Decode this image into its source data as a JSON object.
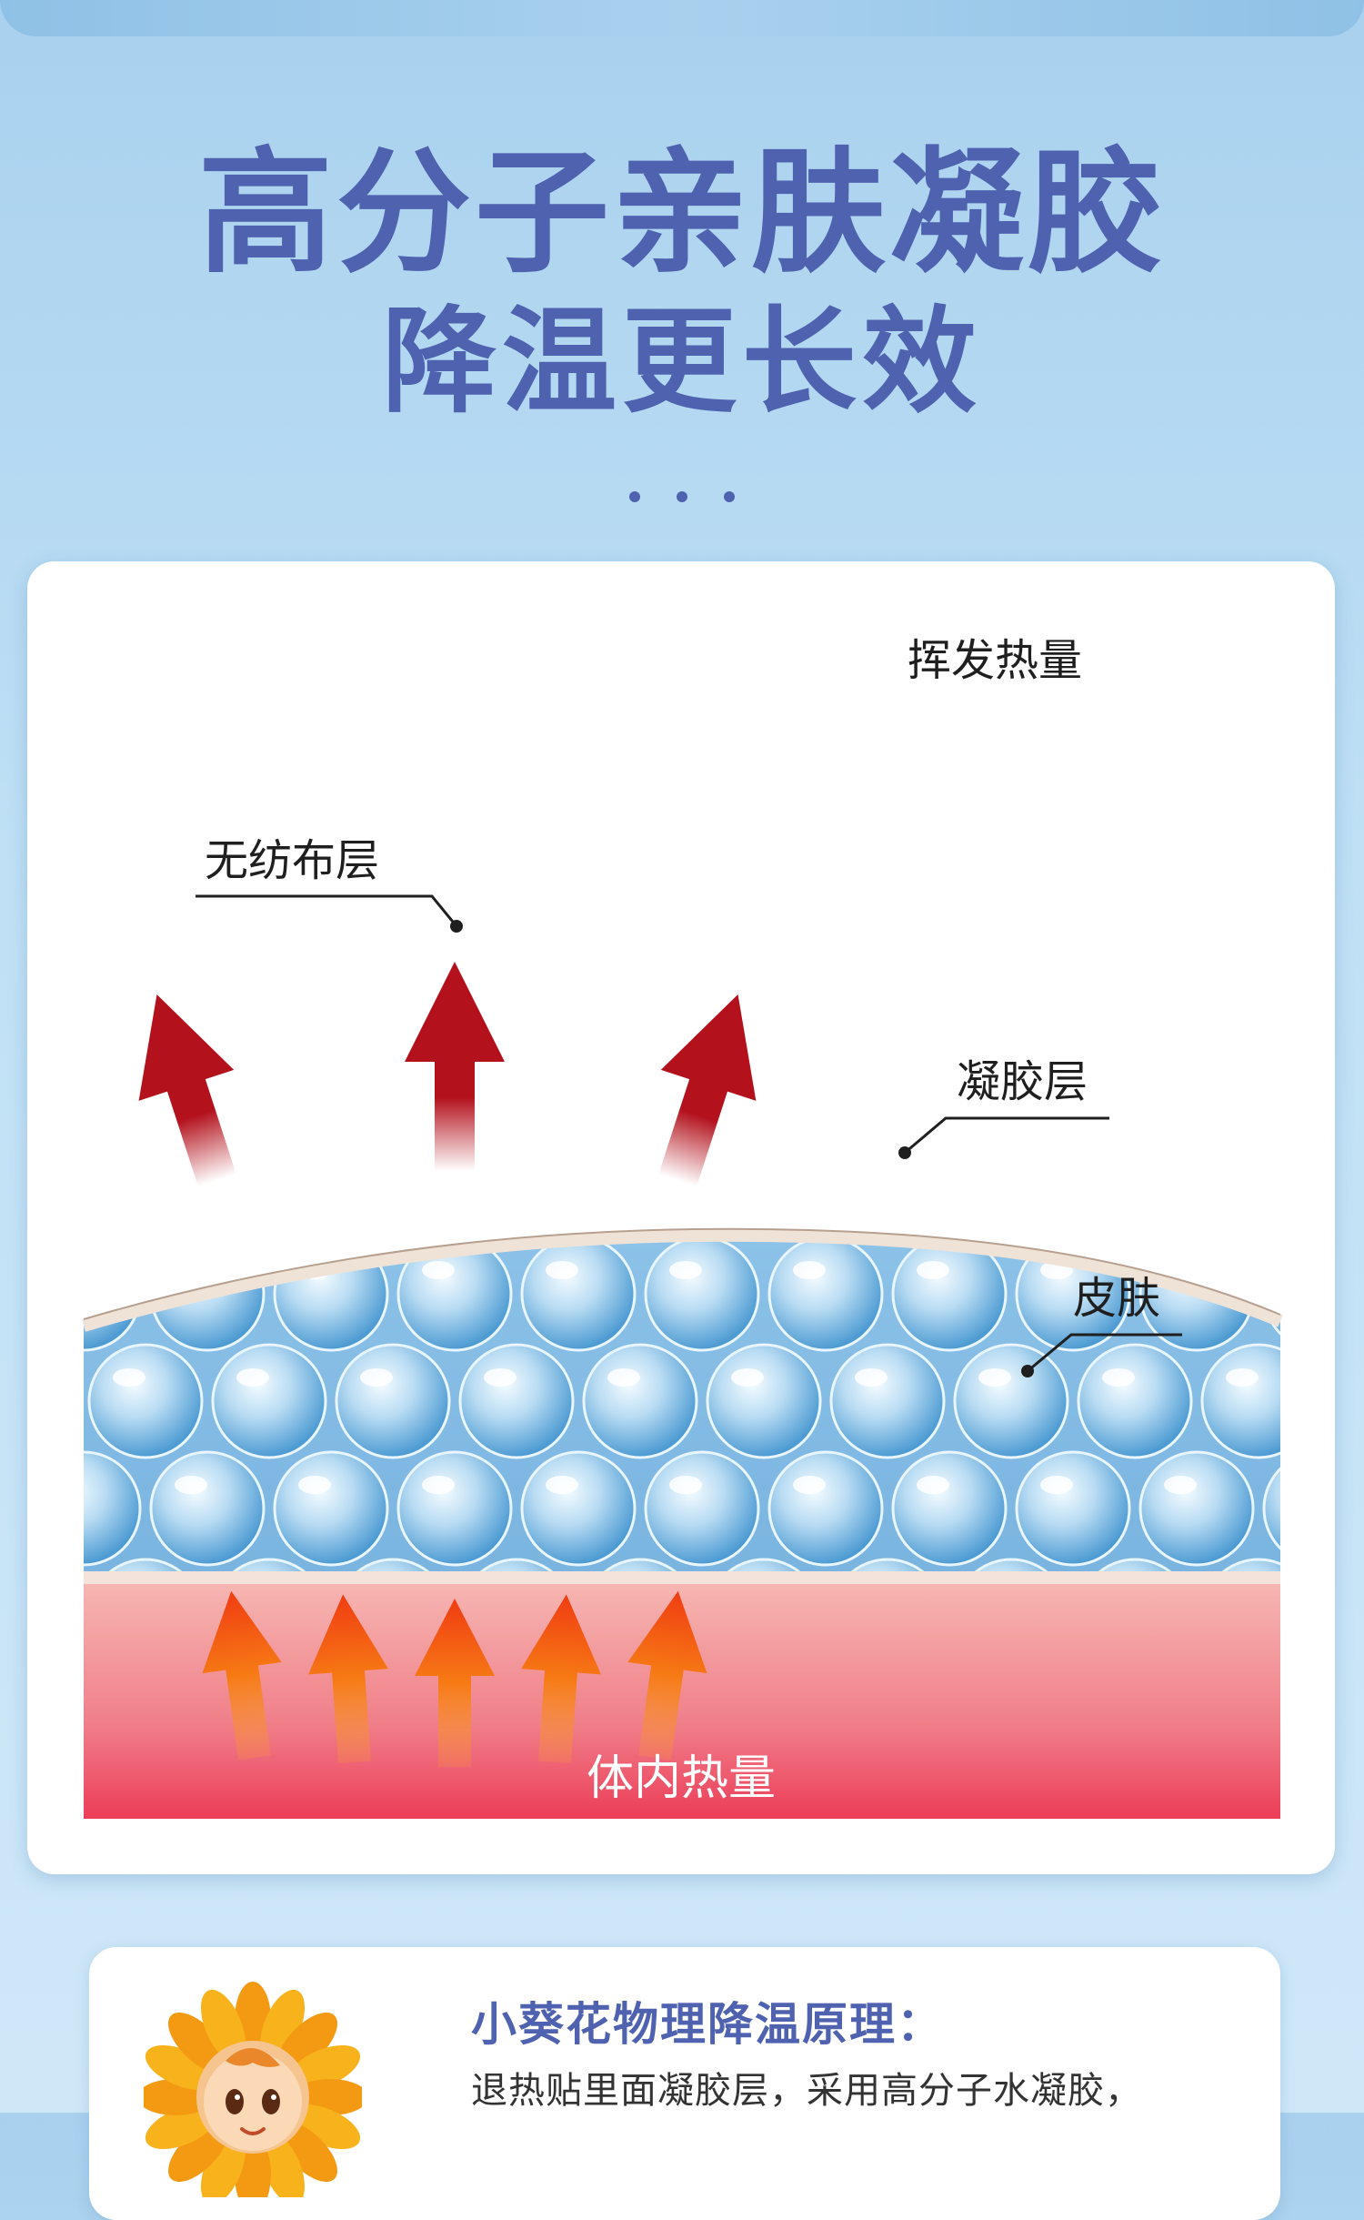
{
  "header": {
    "title": "高分子亲肤凝胶",
    "subtitle": "降温更长效"
  },
  "diagram": {
    "labels": {
      "top": "挥发热量",
      "nonwoven": "无纺布层",
      "gel": "凝胶层",
      "skin": "皮肤",
      "body_heat": "体内热量"
    }
  },
  "info": {
    "title": "小葵花物理降温原理：",
    "body": "退热贴里面凝胶层，采用高分子水凝胶，"
  },
  "colors": {
    "brand_text": "#4f62b0",
    "arrow_red": "#b3121d",
    "arrow_orange": "#f05a14",
    "gel_blue": "#9ccbeb",
    "skin_pink": "#f4aaa9"
  }
}
